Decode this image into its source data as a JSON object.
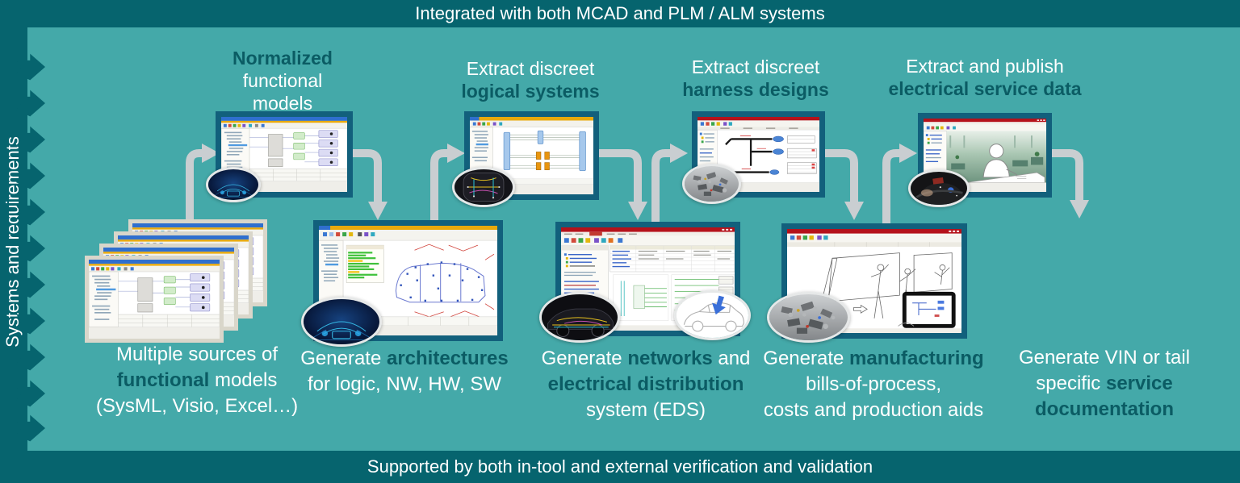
{
  "colors": {
    "background": "#44a9a9",
    "band": "#06646e",
    "label_dark": "#0b5c64",
    "arrow_gray": "#c9ced1",
    "frame": "#12607c"
  },
  "banner_top": {
    "text": "Integrated with both MCAD and PLM / ALM systems"
  },
  "banner_bottom": {
    "text": "Supported by both in-tool and external verification and validation"
  },
  "sidebar": {
    "label": "Systems and requirements"
  },
  "icons": {
    "flow_chevron": "right-block-arrow",
    "connector_arrow": "elbow-flow-arrow"
  },
  "stages": {
    "sources": {
      "line1": "Multiple sources of",
      "line2_bold": "functional",
      "line2_rest": " models",
      "line3": "(SysML, Visio, Excel…)"
    },
    "normalized": {
      "line1_bold": "Normalized",
      "line2": "functional",
      "line3": "models"
    },
    "architectures": {
      "line1_plain": "Generate ",
      "line1_bold": "architectures",
      "line2": "for logic, NW, HW, SW"
    },
    "logical": {
      "line1": "Extract discreet",
      "line2_bold": "logical systems"
    },
    "networks": {
      "line1_plain": "Generate ",
      "line1_bold": "networks",
      "line1_rest": " and",
      "line2_bold": "electrical distribution",
      "line3": "system (EDS)"
    },
    "harness": {
      "line1": "Extract discreet",
      "line2_bold": "harness designs"
    },
    "manufacturing": {
      "line1_plain": "Generate ",
      "line1_bold": "manufacturing",
      "line2": "bills-of-process,",
      "line3": "costs and production aids"
    },
    "service_data": {
      "line1": "Extract and publish",
      "line2_bold": "electrical service data"
    },
    "vin": {
      "line1": "Generate VIN or tail",
      "line2_plain": "specific ",
      "line2_bold": "service",
      "line3_bold": "documentation"
    }
  }
}
